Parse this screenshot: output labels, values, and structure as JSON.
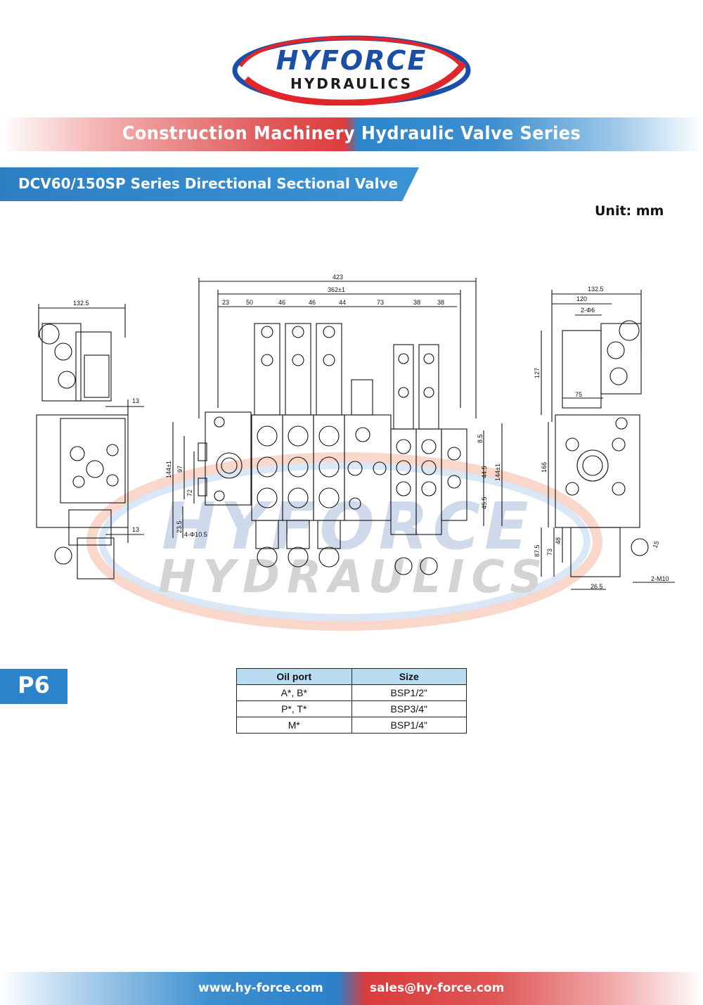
{
  "brand": {
    "line1": "HYFORCE",
    "line2": "HYDRAULICS",
    "red": "#e0262b",
    "blue": "#1a4fa8"
  },
  "series_title": "Construction Machinery Hydraulic Valve Series",
  "product_title": "DCV60/150SP Series Directional Sectional Valve",
  "unit_label": "Unit: mm",
  "drawing": {
    "left_view": [
      "132.5",
      "13",
      "13"
    ],
    "front_top": [
      "423",
      "362±1"
    ],
    "front_spacing": [
      "23",
      "50",
      "46",
      "46",
      "44",
      "73",
      "38",
      "38"
    ],
    "front_left": [
      "144±1",
      "97",
      "72",
      "23.5",
      "4-Φ10.5"
    ],
    "front_right": [
      "8.5",
      "44.5",
      "45.5",
      "144±1"
    ],
    "right_top": [
      "132.5",
      "120",
      "2-Φ6"
    ],
    "right_left": [
      "127",
      "75",
      "166",
      "87.5",
      "73",
      "48"
    ],
    "right_bottom": [
      "26.5",
      "15",
      "2-M10"
    ],
    "watermark1": "HYFORCE",
    "watermark2": "HYDRAULICS"
  },
  "page_tag": "P6",
  "ports_table": {
    "headers": [
      "Oil port",
      "Size"
    ],
    "rows": [
      [
        "A*, B*",
        "BSP1/2\""
      ],
      [
        "P*, T*",
        "BSP3/4\""
      ],
      [
        "M*",
        "BSP1/4\""
      ]
    ]
  },
  "footer": {
    "website": "www.hy-force.com",
    "email": "sales@hy-force.com"
  }
}
